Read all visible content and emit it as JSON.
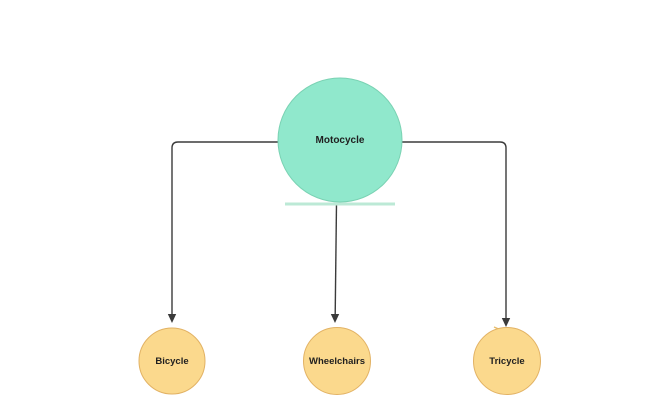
{
  "canvas": {
    "background": "#ffffff"
  },
  "diagram": {
    "root": {
      "label": "Motocycle",
      "fill": "#90e8cc",
      "stroke": "#7ad2b3",
      "underline_color": "#bce9d6"
    },
    "children": [
      {
        "label": "Bicycle"
      },
      {
        "label": "Wheelchairs"
      },
      {
        "label": "Tricycle"
      }
    ],
    "child_fill": "#fbd98d",
    "child_stroke": "#e2b264",
    "connector_color": "#3b3b3b",
    "slash_color": "#e7bd6d",
    "text_color": "#1f1f1f"
  }
}
